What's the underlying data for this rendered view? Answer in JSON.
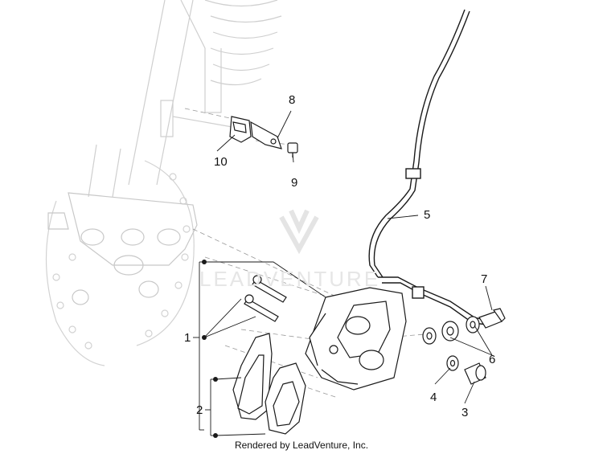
{
  "callouts": {
    "c1": "1",
    "c2": "2",
    "c3": "3",
    "c4": "4",
    "c5": "5",
    "c6": "6",
    "c7": "7",
    "c8": "8",
    "c9": "9",
    "c10": "10"
  },
  "watermark": "LEADVENTURE",
  "footer": "Rendered by LeadVenture, Inc.",
  "colors": {
    "ghost": "#c8c8c8",
    "ink": "#1a1a1a",
    "watermark": "#e6e6e6"
  }
}
